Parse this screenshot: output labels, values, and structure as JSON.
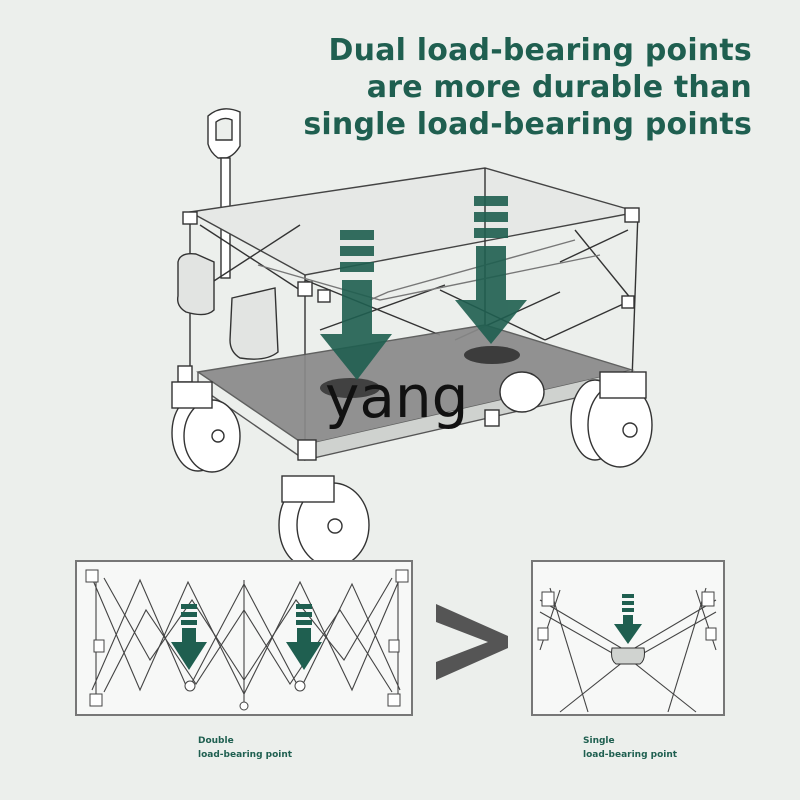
{
  "headline": {
    "line1": "Dual load-bearing points",
    "line2": "are more durable than",
    "line3": "single load-bearing points"
  },
  "watermark": "yang",
  "comparison_symbol": ">",
  "captions": {
    "left_line1": "Double",
    "left_line2": "load-bearing point",
    "right_line1": "Single",
    "right_line2": "load-bearing point"
  },
  "colors": {
    "accent_green": "#1f5f50",
    "background": "#ecefec",
    "floor_gray": "#8a8a8a",
    "symbol_gray": "#555555"
  }
}
